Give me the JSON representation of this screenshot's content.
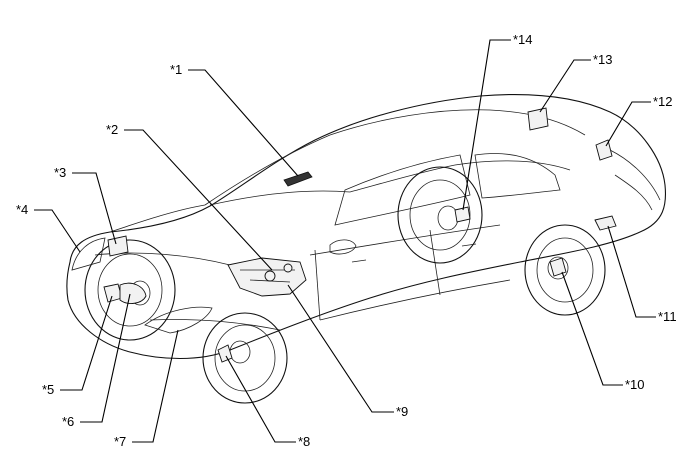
{
  "figure": {
    "labels": [
      "*1",
      "*2",
      "*3",
      "*4",
      "*5",
      "*6",
      "*7",
      "*8",
      "*9",
      "*10",
      "*11",
      "*12",
      "*13",
      "*14"
    ]
  }
}
